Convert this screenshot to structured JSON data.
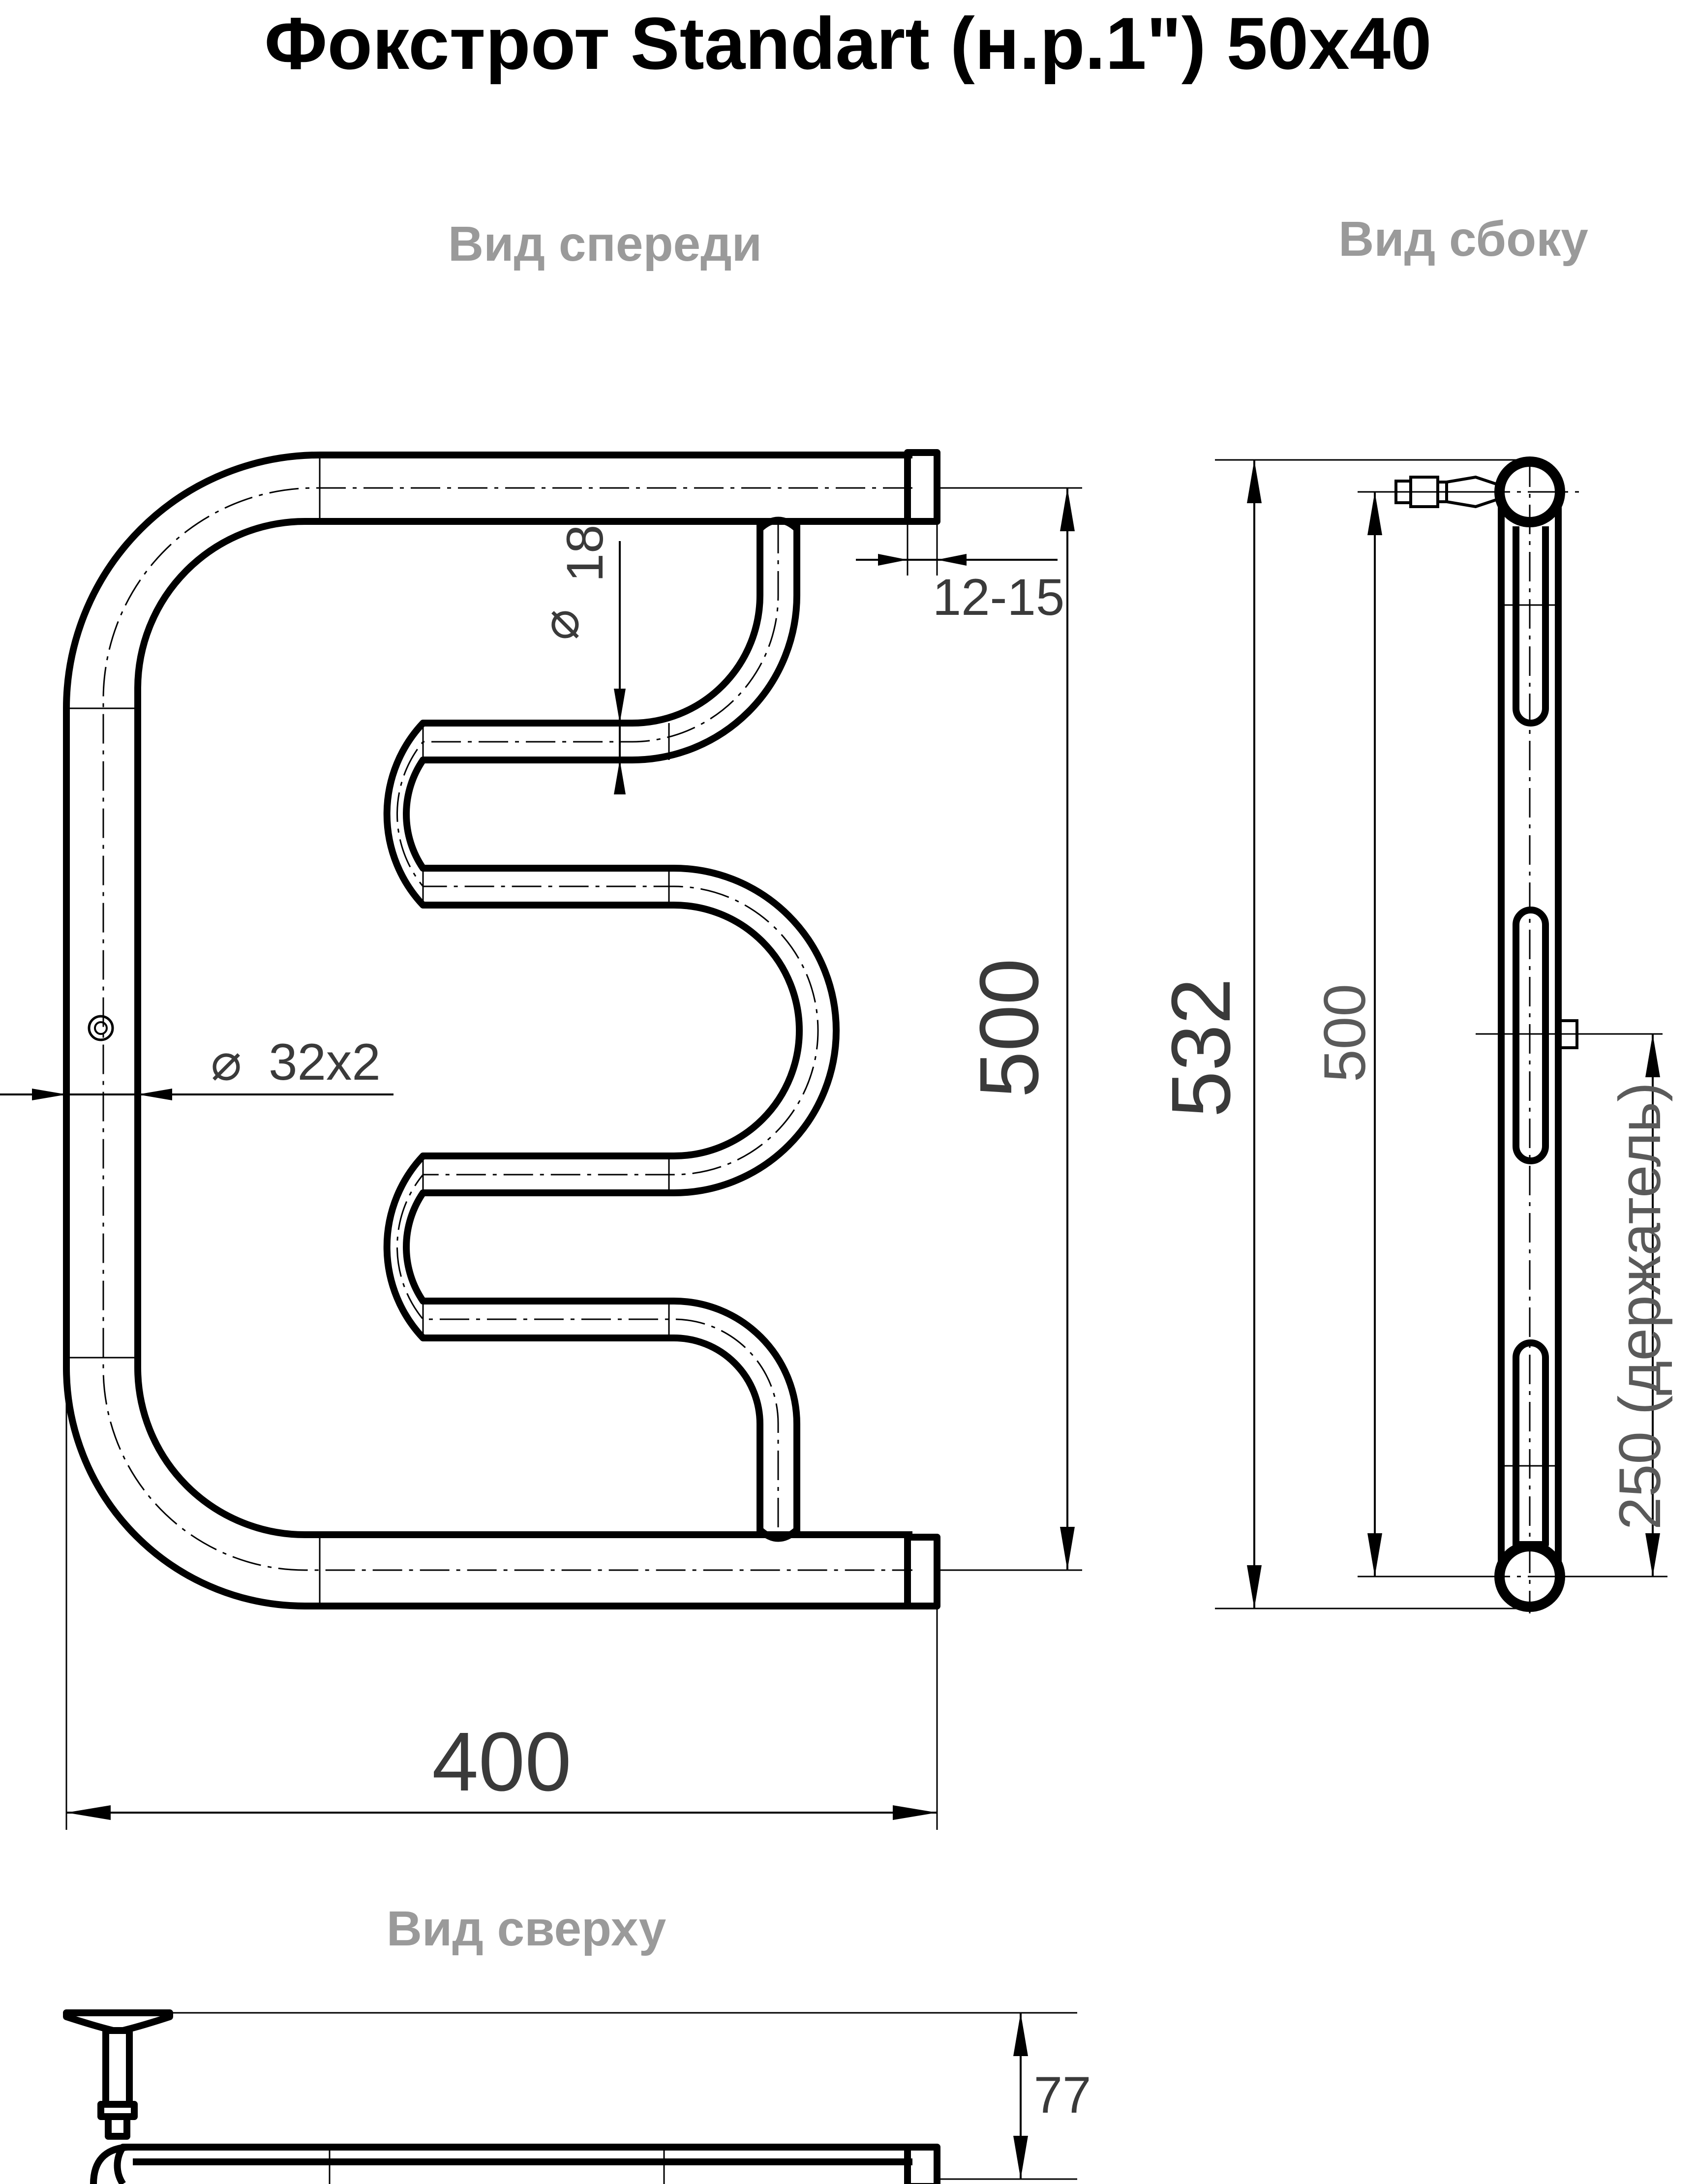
{
  "title": "Фокстрот Standart (н.р.1\") 50x40",
  "views": {
    "front": "Вид спереди",
    "side": "Вид сбоку",
    "top": "Вид сверху"
  },
  "dimensions": {
    "diameter_small": "18",
    "diameter_main": "32x2",
    "gap": "12-15",
    "height_axis": "500",
    "total_height": "532",
    "width": "400",
    "side_height": "500",
    "holder": "250 (держатель)",
    "depth": "77"
  },
  "colors": {
    "line": "#000000",
    "view_label": "#9a9a9a",
    "dimension_text": "#3a3a3a"
  }
}
